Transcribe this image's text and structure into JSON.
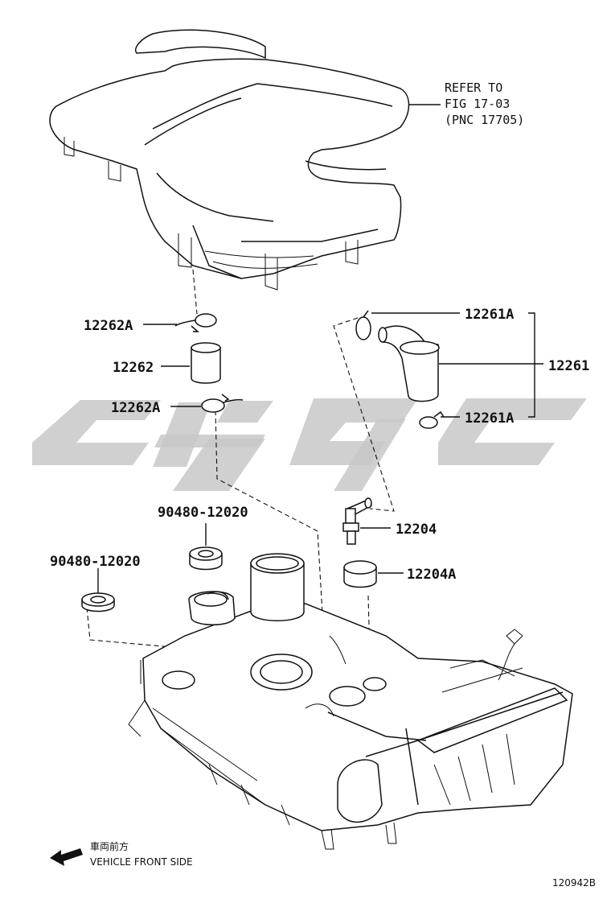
{
  "reference": {
    "line1": "REFER TO",
    "line2": "FIG 17-03",
    "line3": "(PNC 17705)"
  },
  "callouts": {
    "hose_clamp_upper": "12262A",
    "hose": "12262",
    "hose_clamp_lower": "12262A",
    "clamp_top_right": "12261A",
    "ventilation_hose_assy": "12261",
    "clamp_bottom_right": "12261A",
    "pcv_valve": "12204",
    "pcv_grommet": "12204A",
    "grommet_center": "90480-12020",
    "grommet_left": "90480-12020"
  },
  "orientation": {
    "japanese": "車両前方",
    "english": "VEHICLE FRONT SIDE"
  },
  "figure_code": "120942B",
  "icons": {
    "direction": "arrow-left-icon",
    "watermark": "watermark-logo"
  }
}
